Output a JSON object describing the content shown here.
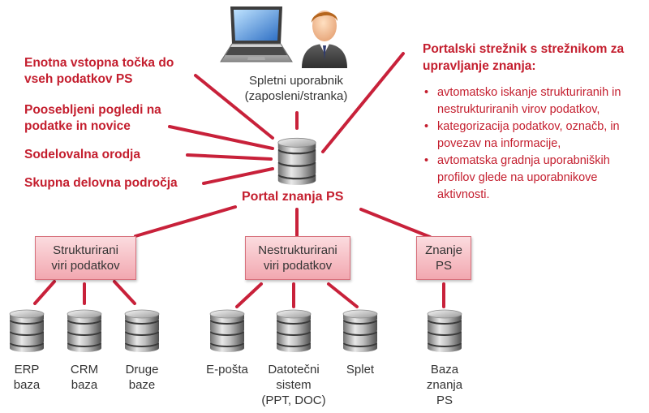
{
  "user": {
    "line1": "Spletni uporabnik",
    "line2": "(zaposleni/stranka)"
  },
  "portal": {
    "title": "Portal znanja PS"
  },
  "features": [
    {
      "line1": "Enotna vstopna točka do",
      "line2": "vseh podatkov PS"
    },
    {
      "line1": "Poosebljeni pogledi na",
      "line2": "podatke in novice"
    },
    {
      "line1": "Sodelovalna orodja",
      "line2": ""
    },
    {
      "line1": "Skupna delovna področja",
      "line2": ""
    }
  ],
  "server": {
    "title": "Portalski strežnik s strežnikom za upravljanje znanja:",
    "bullets": [
      "avtomatsko iskanje strukturiranih in nestrukturiranih virov podatkov,",
      "kategorizacija podatkov, označb, in povezav na informacije,",
      "avtomatska gradnja uporabniških profilov glede na uporabnikove aktivnosti."
    ]
  },
  "categories": [
    {
      "line1": "Strukturirani",
      "line2": "viri podatkov"
    },
    {
      "line1": "Nestrukturirani",
      "line2": "viri podatkov"
    },
    {
      "line1": "Znanje",
      "line2": "PS"
    }
  ],
  "sources": [
    {
      "line1": "ERP",
      "line2": "baza",
      "line3": ""
    },
    {
      "line1": "CRM",
      "line2": "baza",
      "line3": ""
    },
    {
      "line1": "Druge",
      "line2": "baze",
      "line3": ""
    },
    {
      "line1": "E-pošta",
      "line2": "",
      "line3": ""
    },
    {
      "line1": "Datotečni",
      "line2": "sistem",
      "line3": "(PPT, DOC)"
    },
    {
      "line1": "Splet",
      "line2": "",
      "line3": ""
    },
    {
      "line1": "Baza",
      "line2": "znanja",
      "line3": "PS"
    }
  ],
  "colors": {
    "accent": "#c41e2e",
    "connector": "#c8213a",
    "box_fill": "#f5b7bd"
  }
}
